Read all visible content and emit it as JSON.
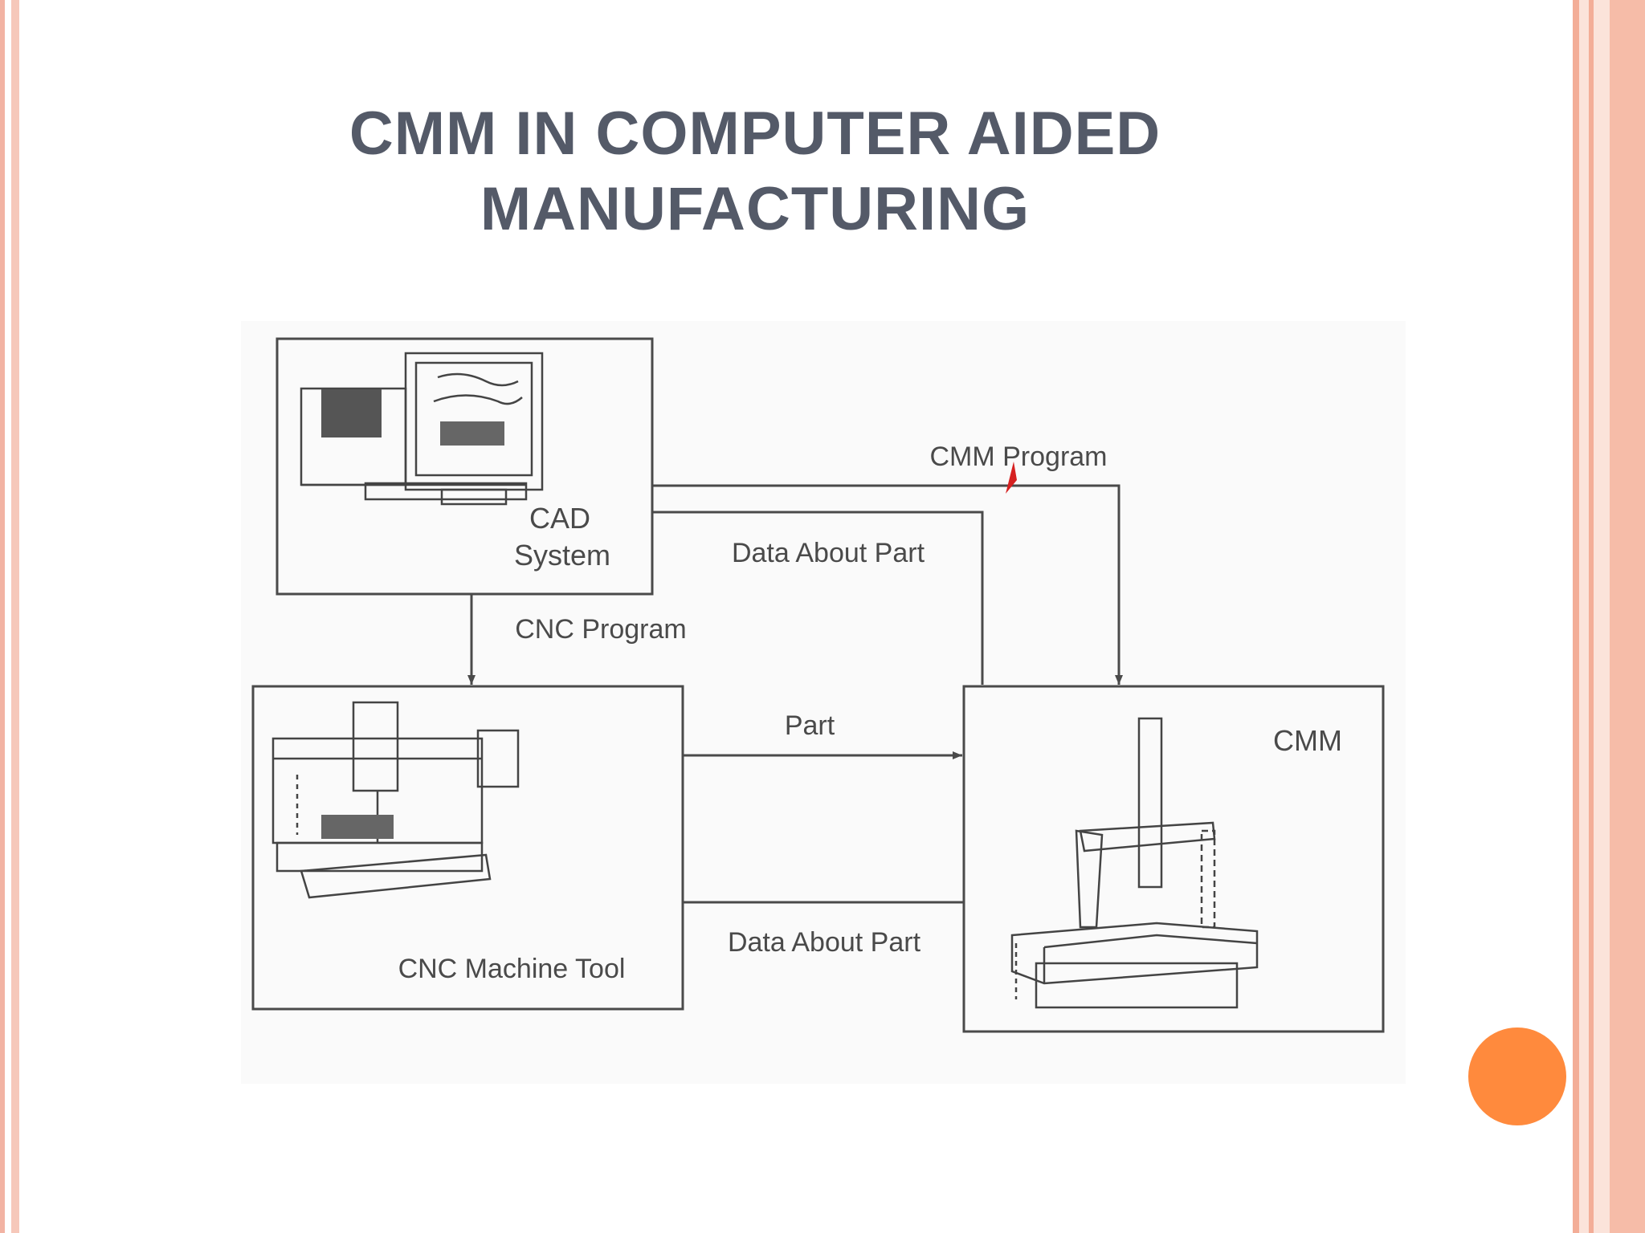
{
  "title": {
    "line1": "CMM IN COMPUTER AIDED",
    "line2": "MANUFACTURING"
  },
  "diagram": {
    "nodes": {
      "cad": {
        "label_line1": "CAD",
        "label_line2": "System",
        "icon": "cad-workstation-icon"
      },
      "cnc": {
        "label": "CNC Machine Tool",
        "icon": "cnc-machine-icon"
      },
      "cmm": {
        "label": "CMM",
        "icon": "cmm-machine-icon"
      }
    },
    "edges": {
      "cmm_program": "CMM Program",
      "data_about_part_top": "Data About Part",
      "cnc_program": "CNC Program",
      "part": "Part",
      "data_about_part_bottom": "Data About Part"
    }
  },
  "colors": {
    "title": "#545a68",
    "frame": "#f3ad97",
    "accent": "#ff8a3d"
  }
}
